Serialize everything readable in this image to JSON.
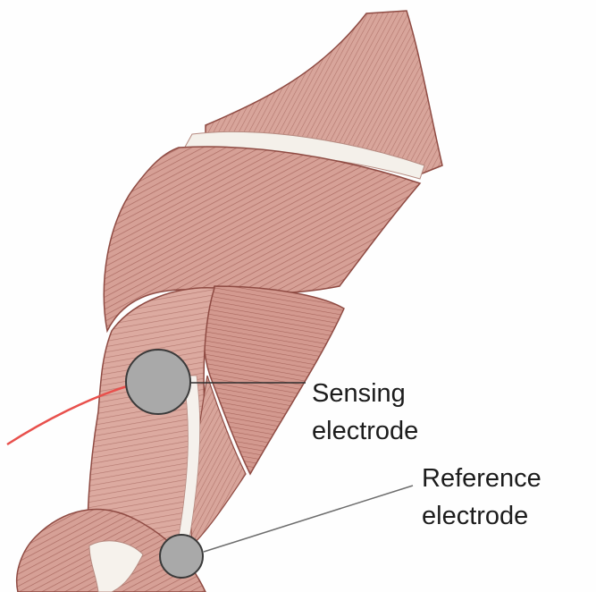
{
  "labels": {
    "sensing_line1": "Sensing",
    "sensing_line2": "electrode",
    "reference_line1": "Reference",
    "reference_line2": "electrode"
  },
  "colors": {
    "muscle_light": "#d9a39a",
    "muscle_mid": "#c98a80",
    "muscle_dark": "#a0584f",
    "tendon": "#f3efe8",
    "electrode_fill": "#a9a9a9",
    "electrode_stroke": "#3a3a3a",
    "wire_red": "#e8504c",
    "lead_line": "#2e2e2e"
  }
}
